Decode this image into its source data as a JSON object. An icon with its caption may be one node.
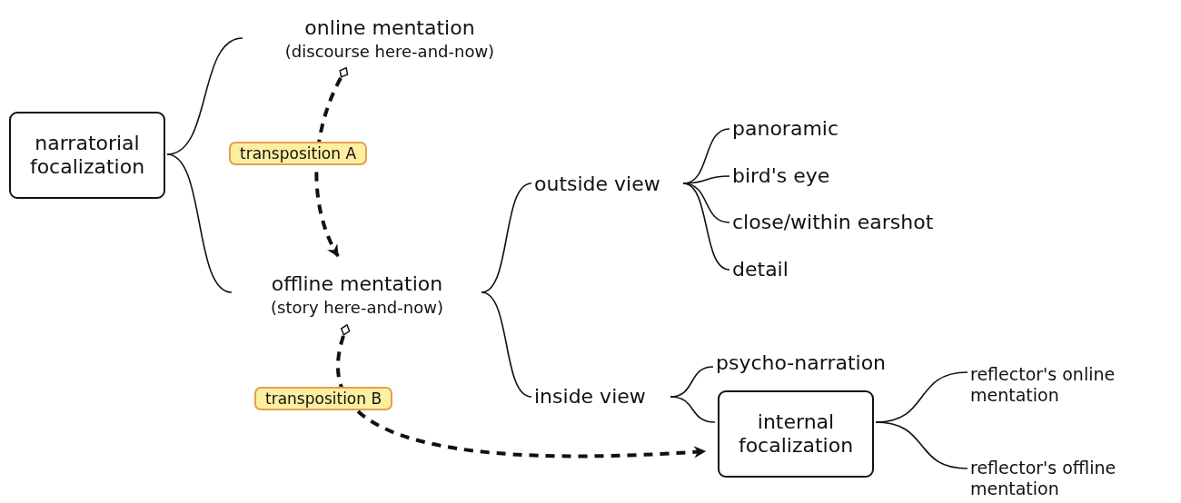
{
  "diagram": {
    "nodes": [
      {
        "text": [
          "narratorial focalization"
        ]
      },
      {
        "text": [
          "online mentation",
          "(discourse here-and-now)"
        ]
      },
      {
        "text": [
          "offline mentation",
          "(story here-and-now)"
        ]
      },
      {
        "text": [
          "outside view"
        ]
      },
      {
        "text": [
          "panoramic"
        ]
      },
      {
        "text": [
          "bird's eye"
        ]
      },
      {
        "text": [
          "close/within earshot"
        ]
      },
      {
        "text": [
          "detail"
        ]
      },
      {
        "text": [
          "inside view"
        ]
      },
      {
        "text": [
          "psycho-narration"
        ]
      },
      {
        "text": [
          "internal focalization"
        ]
      },
      {
        "text": [
          "reflector's online mentation"
        ]
      },
      {
        "text": [
          "reflector's offline mentation"
        ]
      }
    ],
    "edges": [
      {
        "from": 0,
        "to": 1,
        "arrow": "none"
      },
      {
        "from": 0,
        "to": 2,
        "arrow": "none"
      },
      {
        "from": 1,
        "to": 2,
        "arrow": "to",
        "style": "dashed",
        "label": "transposition A"
      },
      {
        "from": 2,
        "to": 3,
        "arrow": "none"
      },
      {
        "from": 2,
        "to": 8,
        "arrow": "none"
      },
      {
        "from": 3,
        "to": 4,
        "arrow": "none"
      },
      {
        "from": 3,
        "to": 5,
        "arrow": "none"
      },
      {
        "from": 3,
        "to": 6,
        "arrow": "none"
      },
      {
        "from": 3,
        "to": 7,
        "arrow": "none"
      },
      {
        "from": 8,
        "to": 9,
        "arrow": "none"
      },
      {
        "from": 8,
        "to": 10,
        "arrow": "none"
      },
      {
        "from": 2,
        "to": 10,
        "arrow": "to",
        "style": "dashed",
        "label": "transposition B"
      },
      {
        "from": 10,
        "to": 11,
        "arrow": "none"
      },
      {
        "from": 10,
        "to": 12,
        "arrow": "none"
      }
    ]
  }
}
